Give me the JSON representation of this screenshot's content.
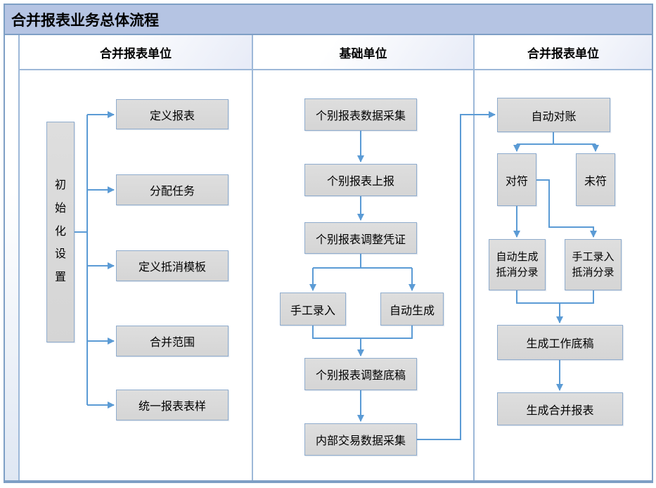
{
  "title": "合并报表业务总体流程",
  "lanes": {
    "left": {
      "header": "合并报表单位"
    },
    "middle": {
      "header": "基础单位"
    },
    "right": {
      "header": "合并报表单位"
    }
  },
  "nodes": {
    "init_settings": "初始化设置",
    "define_report": "定义报表",
    "assign_task": "分配任务",
    "define_elim_template": "定义抵消模板",
    "merge_scope": "合并范围",
    "unified_report_style": "统一报表表样",
    "individual_data_collect": "个别报表数据采集",
    "individual_submit": "个别报表上报",
    "individual_adjust_voucher": "个别报表调整凭证",
    "manual_entry": "手工录入",
    "auto_generate": "自动生成",
    "individual_adjust_draft": "个别报表调整底稿",
    "internal_trade_collect": "内部交易数据采集",
    "auto_reconcile": "自动对账",
    "matched": "对符",
    "unmatched": "未符",
    "auto_gen_elim_entry": "自动生成抵消分录",
    "manual_elim_entry": "手工录入抵消分录",
    "gen_working_paper": "生成工作底稿",
    "gen_consolidated_report": "生成合并报表"
  },
  "colors": {
    "frame_border": "#7e9fc5",
    "lane_divider": "#9db8d8",
    "title_background": "#b5c4e3",
    "node_fill": "#d9d9d9",
    "node_border": "#8faccd",
    "connector": "#5b9bd5"
  }
}
